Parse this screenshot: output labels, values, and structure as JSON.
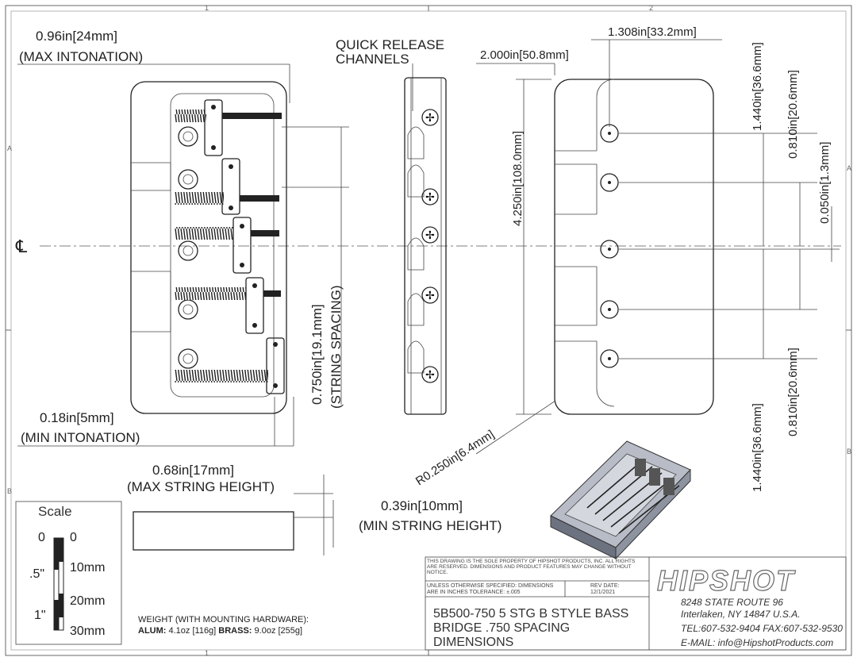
{
  "frame": {
    "zone_cols": [
      "1",
      "2"
    ],
    "zone_rows": [
      "A",
      "B"
    ]
  },
  "centerline_symbol": "℄",
  "top_view": {
    "max_intonation_dim": "0.96in",
    "max_intonation_mm": "24mm",
    "max_intonation_label": "(MAX INTONATION)",
    "min_intonation_dim": "0.18in",
    "min_intonation_mm": "5mm",
    "min_intonation_label": "(MIN INTONATION)",
    "string_spacing_dim": "0.750in",
    "string_spacing_mm": "19.1mm",
    "string_spacing_label": "(STRING SPACING)"
  },
  "side_view": {
    "channels_label_1": "QUICK RELEASE",
    "channels_label_2": "CHANNELS"
  },
  "bottom_view": {
    "width_dim": "2.000in",
    "width_mm": "50.8mm",
    "hole_offset_dim": "1.308in",
    "hole_offset_mm": "33.2mm",
    "length_dim": "4.250in",
    "length_mm": "108.0mm",
    "radius_dim": "R0.250in",
    "radius_mm": "6.4mm",
    "outer_hole_dim": "1.440in",
    "outer_hole_mm": "36.6mm",
    "inner_hole_dim": "0.810in",
    "inner_hole_mm": "20.6mm",
    "offset_dim": "0.050in",
    "offset_mm": "1.3mm"
  },
  "height_view": {
    "max_height_dim": "0.68in",
    "max_height_mm": "17mm",
    "max_height_label": "(MAX STRING HEIGHT)",
    "min_height_dim": "0.39in",
    "min_height_mm": "10mm",
    "min_height_label": "(MIN STRING HEIGHT)"
  },
  "scale": {
    "title": "Scale",
    "left_labels": [
      "0",
      ".5\"",
      "1\""
    ],
    "right_labels": [
      "0",
      "10mm",
      "20mm",
      "30mm"
    ]
  },
  "weight": {
    "heading": "WEIGHT (WITH MOUNTING HARDWARE):",
    "alum_label": "ALUM:",
    "alum_value": "4.1oz [116g]",
    "brass_label": "BRASS:",
    "brass_value": "9.0oz [255g]"
  },
  "title_block": {
    "notice": "THIS DRAWING IS THE SOLE PROPERTY OF HIPSHOT PRODUCTS, INC. ALL RIGHTS ARE RESERVED. DIMENSIONS AND PRODUCT FEATURES MAY CHANGE WITHOUT NOTICE.",
    "tolerance_1": "UNLESS OTHERWISE SPECIFIED: DIMENSIONS",
    "tolerance_2": "ARE IN INCHES TOLERANCE:  ±.005",
    "rev_label": "REV DATE:",
    "rev_date": "12/1/2021",
    "title_1": "5B500-750 5 STG B STYLE BASS",
    "title_2": "BRIDGE .750 SPACING",
    "title_3": "DIMENSIONS",
    "brand": "HIPSHOT",
    "address_1": "8248 STATE ROUTE 96",
    "address_2": "Interlaken, NY 14847 U.S.A.",
    "phone": "TEL:607-532-9404 FAX:607-532-9530",
    "email": "E-MAIL: info@HipshotProducts.com"
  }
}
